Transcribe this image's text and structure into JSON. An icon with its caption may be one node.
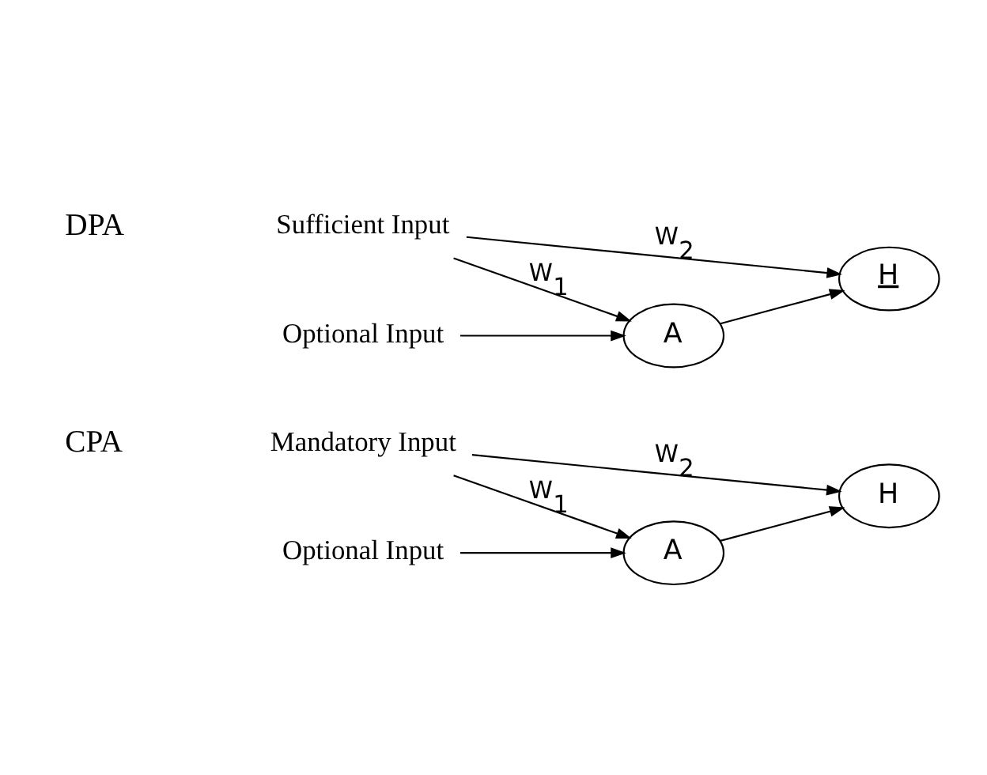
{
  "diagram": {
    "nodes": [
      {
        "text": [
          "Mandatory Input"
        ]
      },
      {
        "text": [
          "Optional Input"
        ]
      },
      {
        "text": [
          "A"
        ]
      },
      {
        "text": [
          "H"
        ]
      },
      {
        "text": [
          "Sufficient Input"
        ]
      },
      {
        "text": [
          "Optional Input"
        ]
      },
      {
        "text": [
          "A"
        ]
      },
      {
        "text": [
          "H"
        ]
      }
    ],
    "edges": [
      {
        "from": 0,
        "to": 2,
        "arrow": "to",
        "label": "W$_{1}$"
      },
      {
        "from": 0,
        "to": 3,
        "arrow": "to",
        "label": "W$_{2}$"
      },
      {
        "from": 1,
        "to": 2,
        "arrow": "to"
      },
      {
        "from": 2,
        "to": 3,
        "arrow": "to"
      },
      {
        "from": 4,
        "to": 6,
        "arrow": "to",
        "label": "W$_{1}$"
      },
      {
        "from": 4,
        "to": 7,
        "arrow": "to",
        "label": "W$_{2}$"
      },
      {
        "from": 5,
        "to": 6,
        "arrow": "to"
      },
      {
        "from": 6,
        "to": 7,
        "arrow": "to"
      }
    ],
    "labels": [
      "CPA",
      "DPA"
    ]
  }
}
